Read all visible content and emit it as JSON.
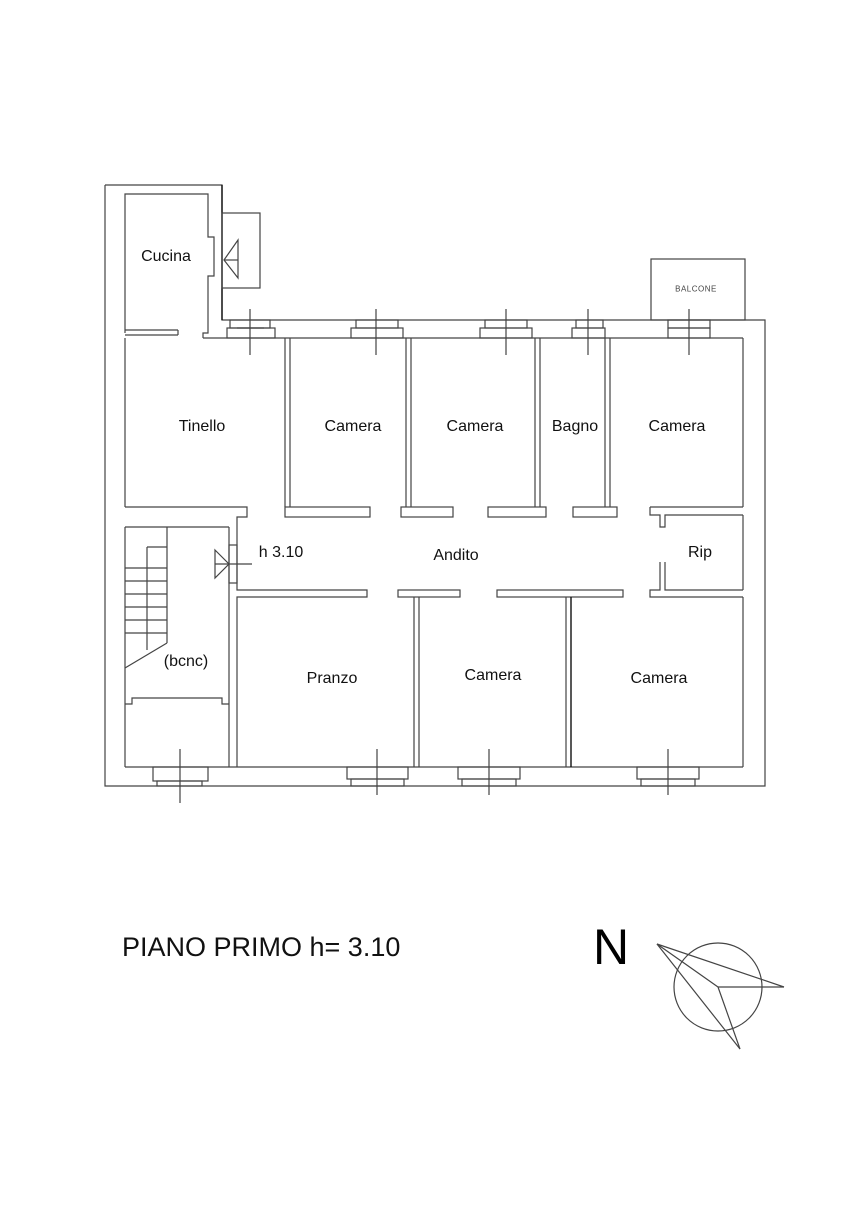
{
  "rooms": {
    "cucina": "Cucina",
    "tinello": "Tinello",
    "camera_1": "Camera",
    "camera_2": "Camera",
    "bagno": "Bagno",
    "camera_3": "Camera",
    "balcone": "BALCONE",
    "andito": "Andito",
    "height_note": "h 3.10",
    "rip": "Rip",
    "bcnc": "(bcnc)",
    "pranzo": "Pranzo",
    "camera_4": "Camera",
    "camera_5": "Camera"
  },
  "title": "PIANO PRIMO h= 3.10",
  "north_label": "N"
}
